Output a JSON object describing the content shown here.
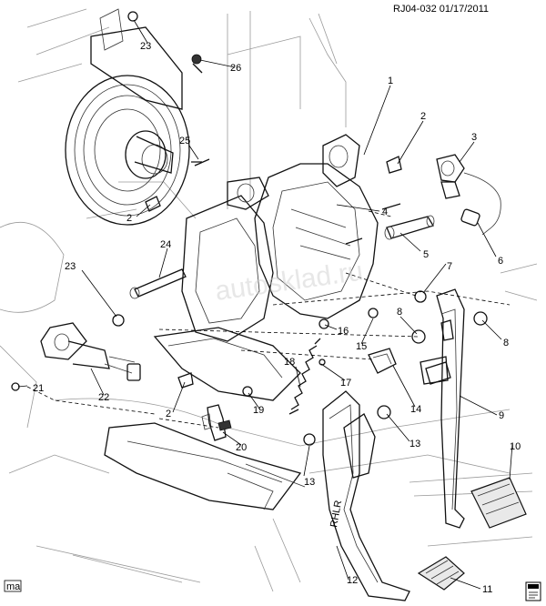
{
  "header": {
    "code": "RJ04-032 01/17/2011"
  },
  "corner_marks": {
    "bottom_left": "ma",
    "bottom_right_icon": "document-stamp-icon"
  },
  "watermark": "autosklad.ru",
  "pedal_text": "RHLR",
  "callouts": [
    "1",
    "2",
    "3",
    "4",
    "5",
    "6",
    "7",
    "8",
    "9",
    "10",
    "11",
    "12",
    "13",
    "14",
    "15",
    "16",
    "17",
    "18",
    "19",
    "20",
    "21",
    "22",
    "23",
    "24",
    "25",
    "26",
    "23",
    "2",
    "2",
    "8",
    "13"
  ]
}
